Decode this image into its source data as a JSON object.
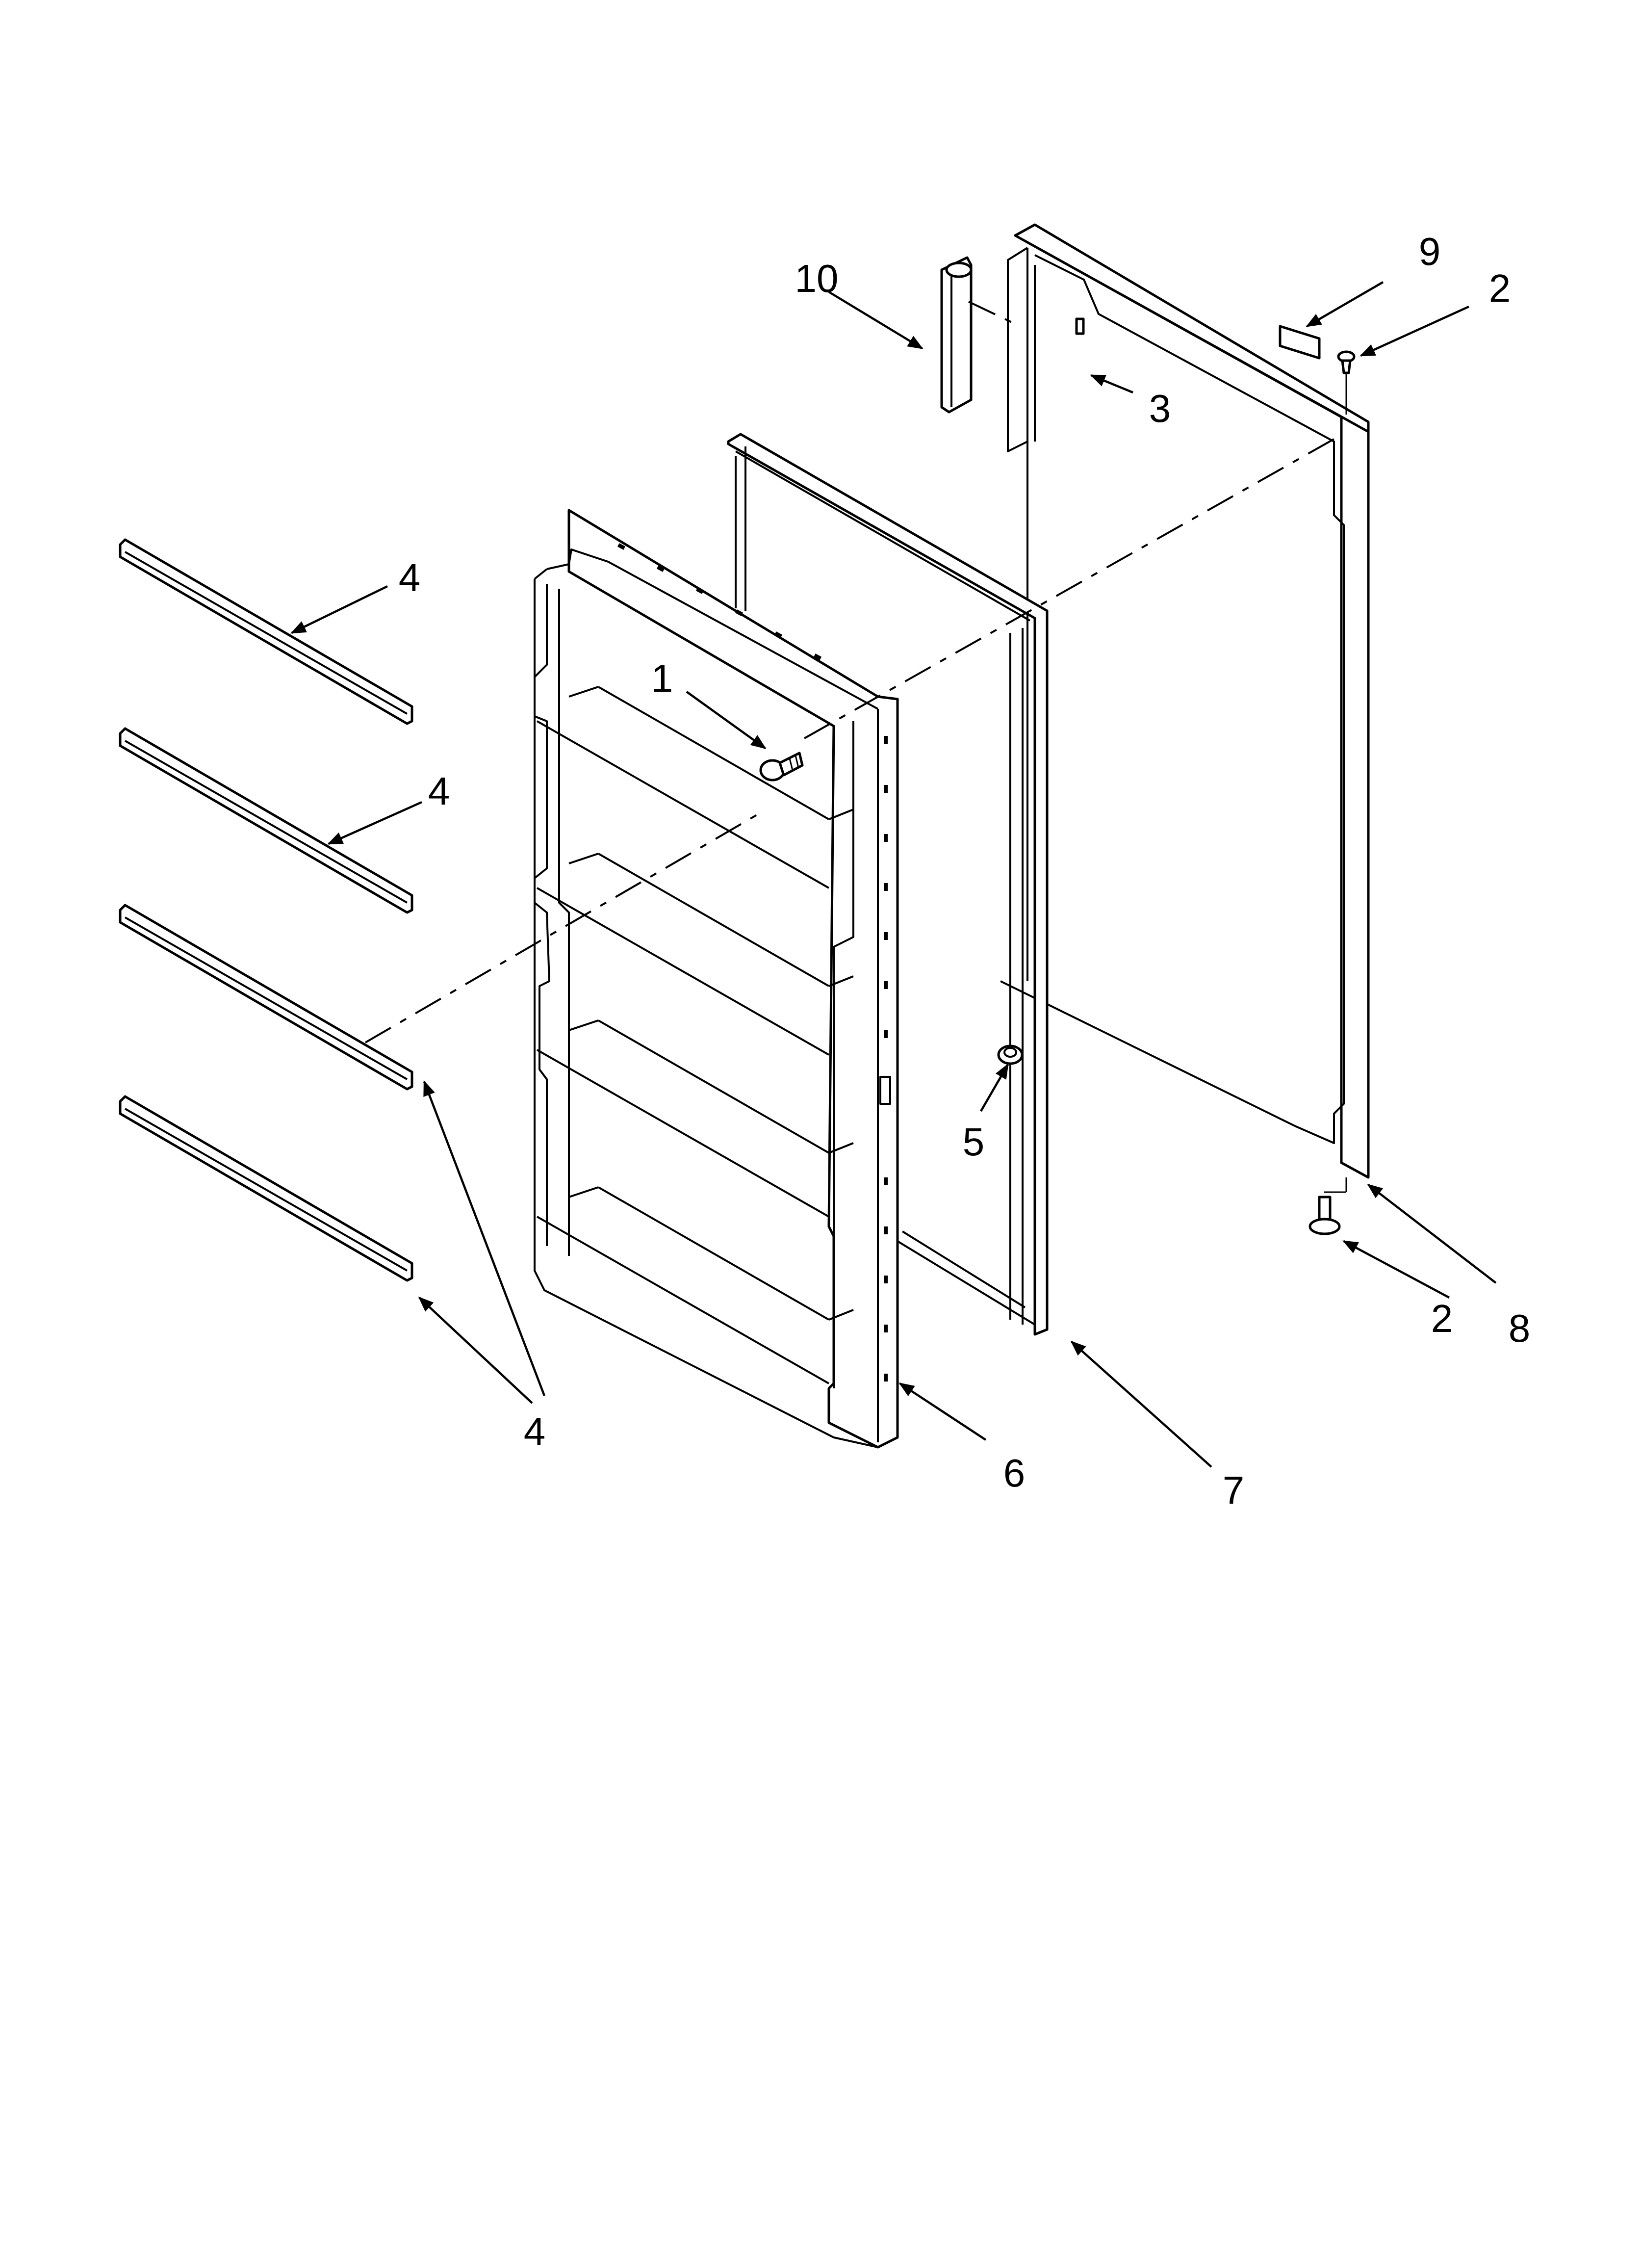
{
  "callouts": {
    "c1": "1",
    "c2_top": "2",
    "c2_bottom": "2",
    "c3": "3",
    "c4_top": "4",
    "c4_second": "4",
    "c4_bottom": "4",
    "c5": "5",
    "c6": "6",
    "c7": "7",
    "c8": "8",
    "c9": "9",
    "c10": "10"
  }
}
